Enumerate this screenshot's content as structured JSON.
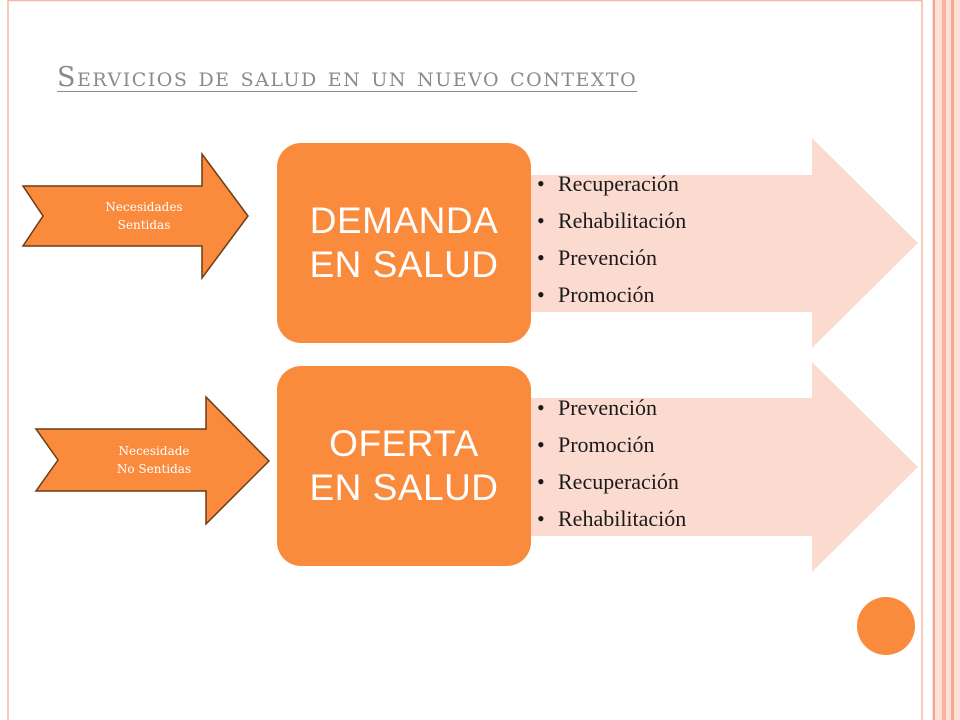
{
  "title": "Servicios de salud en un nuevo contexto",
  "colors": {
    "accent": "#fa8a3c",
    "panel_fill": "#fbdad0",
    "arrow_outline": "#6b3c18",
    "arrow_text": "#ffffff",
    "box_text": "#ffffff",
    "border_stripe": "#f7b7a4",
    "title_text": "#8a8a8a"
  },
  "rows": [
    {
      "input_arrow_label": "Necesidades\nSentidas",
      "box_label": "DEMANDA\nEN SALUD",
      "items": [
        "Recuperación",
        "Rehabilitación",
        "Prevención",
        "Promoción"
      ]
    },
    {
      "input_arrow_label": "Necesidade\nNo Sentidas",
      "box_label": "OFERTA\nEN SALUD",
      "items": [
        "Prevención",
        "Promoción",
        "Recuperación",
        "Rehabilitación"
      ]
    }
  ]
}
